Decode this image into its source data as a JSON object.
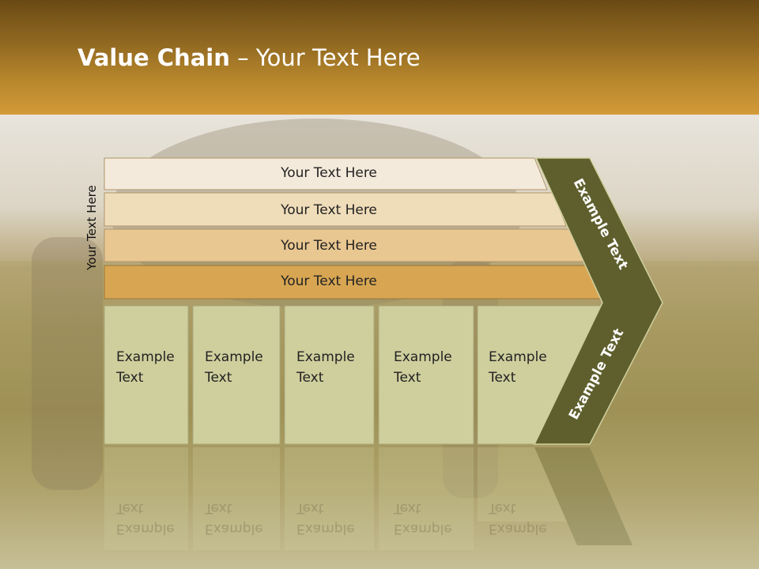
{
  "title": {
    "bold": "Value Chain",
    "rest": " – Your Text Here"
  },
  "side_label": "Your Text Here",
  "bars": [
    {
      "label": "Your Text Here",
      "color": "#f4eadb"
    },
    {
      "label": "Your Text Here",
      "color": "#efdcb9"
    },
    {
      "label": "Your Text Here",
      "color": "#e9c791"
    },
    {
      "label": "Your Text Here",
      "color": "#d8a652"
    }
  ],
  "boxes": [
    {
      "line1": "Example",
      "line2": "Text"
    },
    {
      "line1": "Example",
      "line2": "Text"
    },
    {
      "line1": "Example",
      "line2": "Text"
    },
    {
      "line1": "Example",
      "line2": "Text"
    },
    {
      "line1": "Example",
      "line2": "Text"
    }
  ],
  "chevron": {
    "upper": "Example Text",
    "lower": "Example Text",
    "color": "#5f5f2e"
  },
  "colors": {
    "box_fill": "#cfcf9e",
    "header_accent": "#d39a38"
  }
}
